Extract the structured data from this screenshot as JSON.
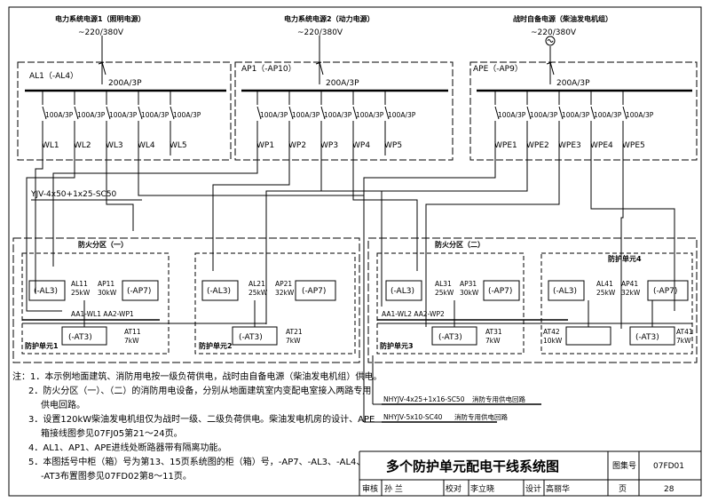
{
  "sources": {
    "s1_title": "电力系统电源1（照明电源）",
    "s1_voltage": "~220/380V",
    "s2_title": "电力系统电源2（动力电源）",
    "s2_voltage": "~220/380V",
    "s3_title": "战时自备电源（柴油发电机组）",
    "s3_voltage": "~220/380V"
  },
  "panels": {
    "al1_name": "AL1（-AL4）",
    "ap1_name": "AP1（-AP10）",
    "ape_name": "APE（-AP9）",
    "main_breaker": "200A/3P",
    "branch_breaker": "100A/3P"
  },
  "circuits": {
    "al": [
      "WL1",
      "WL2",
      "WL3",
      "WL4",
      "WL5"
    ],
    "ap": [
      "WP1",
      "WP2",
      "WP3",
      "WP4",
      "WP5"
    ],
    "ape": [
      "WPE1",
      "WPE2",
      "WPE3",
      "WPE4",
      "WPE5"
    ]
  },
  "cable_main": "YJV-4x50+1x25-SC50",
  "zones": {
    "zone1": "防火分区（一）",
    "zone2": "防火分区（二）",
    "unit1": "防护单元1",
    "unit2": "防护单元2",
    "unit3": "防护单元3",
    "unit4": "防护单元4"
  },
  "boxes": {
    "al3": "(-AL3)",
    "ap7": "(-AP7)",
    "at3": "(-AT3)",
    "u1_al": "AL11",
    "u1_al_kw": "25kW",
    "u1_ap": "AP11",
    "u1_ap_kw": "30kW",
    "u1_at": "AT11",
    "u1_at_kw": "7kW",
    "u2_al": "AL21",
    "u2_al_kw": "25kW",
    "u2_ap": "AP21",
    "u2_ap_kw": "32kW",
    "u2_at": "AT21",
    "u2_at_kw": "7kW",
    "u3_al": "AL31",
    "u3_al_kw": "25kW",
    "u3_ap": "AP31",
    "u3_ap_kw": "30kW",
    "u3_at": "AT31",
    "u3_at_kw": "7kW",
    "u4_al": "AL41",
    "u4_al_kw": "25kW",
    "u4_ap": "AP41",
    "u4_ap_kw": "32kW",
    "u4_at": "AT41",
    "u4_at_kw": "7kW",
    "at42": "AT42",
    "at42_kw": "10kW"
  },
  "feeder_labels": {
    "z1": "AA1-WL1 AA2-WP1",
    "z2": "AA1-WL2 AA2-WP2"
  },
  "legend": {
    "l1_cable": "NHYJV-4x25+1x16-SC50",
    "l1_desc": "消防专用供电回路",
    "l2_cable": "NHYJV-5x10-SC40",
    "l2_desc": "消防专用供电回路"
  },
  "notes": [
    "注：1．本示例地面建筑、消防用电按一级负荷供电，战时由自备电源（柴油发电机组）供电。",
    "2．防火分区（一）、（二）的消防用电设备，分别从地面建筑室内变配电室接入两路专用",
    "供电回路。",
    "3．设置120kW柴油发电机组仅为战时一级、二级负荷供电。柴油发电机房的设计、APE",
    "箱接线图参见07FJ05第21～24页。",
    "4．AL1、AP1、APE进线处断路器带有隔离功能。",
    "5．本图括号中柜（箱）号为第13、15页系统图的柜（箱）号，-AP7、-AL3、-AL4、",
    "-AT3布置图参见07FD02第8～11页。"
  ],
  "title_block": {
    "title": "多个防护单元配电干线系统图",
    "atlas_label": "图集号",
    "atlas_no": "07FD01",
    "review_label": "审核",
    "reviewer": "孙  兰",
    "check_label": "校对",
    "checker": "李立晓",
    "design_label": "设计",
    "designer": "高丽华",
    "page_label": "页",
    "page_no": "28"
  }
}
